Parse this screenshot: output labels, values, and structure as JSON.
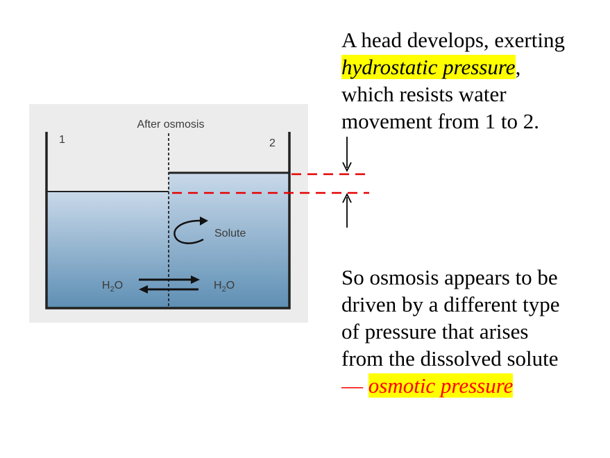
{
  "diagram": {
    "title": "After osmosis",
    "compartment_left": "1",
    "compartment_right": "2",
    "solute_label": "Solute",
    "water_left_main": "H",
    "water_left_sub": "2",
    "water_left_end": "O",
    "water_right_main": "H",
    "water_right_sub": "2",
    "water_right_end": "O",
    "colors": {
      "panel_bg": "#ececec",
      "water_top": "#c9d9ea",
      "water_bottom": "#5e8fb4",
      "dashed_line": "#e60000"
    }
  },
  "text": {
    "head_1": "A head develops, exerting",
    "head_highlight": "hydrostatic pressure",
    "head_comma": ",",
    "head_2": "which resists water",
    "head_3": "movement from 1 to 2.",
    "osmosis_1": "So osmosis appears to be",
    "osmosis_2": "driven by a different type",
    "osmosis_3": "of pressure that arises",
    "osmosis_4": "from the dissolved solute",
    "osmosis_dash": "— ",
    "osmosis_highlight": "osmotic pressure"
  }
}
